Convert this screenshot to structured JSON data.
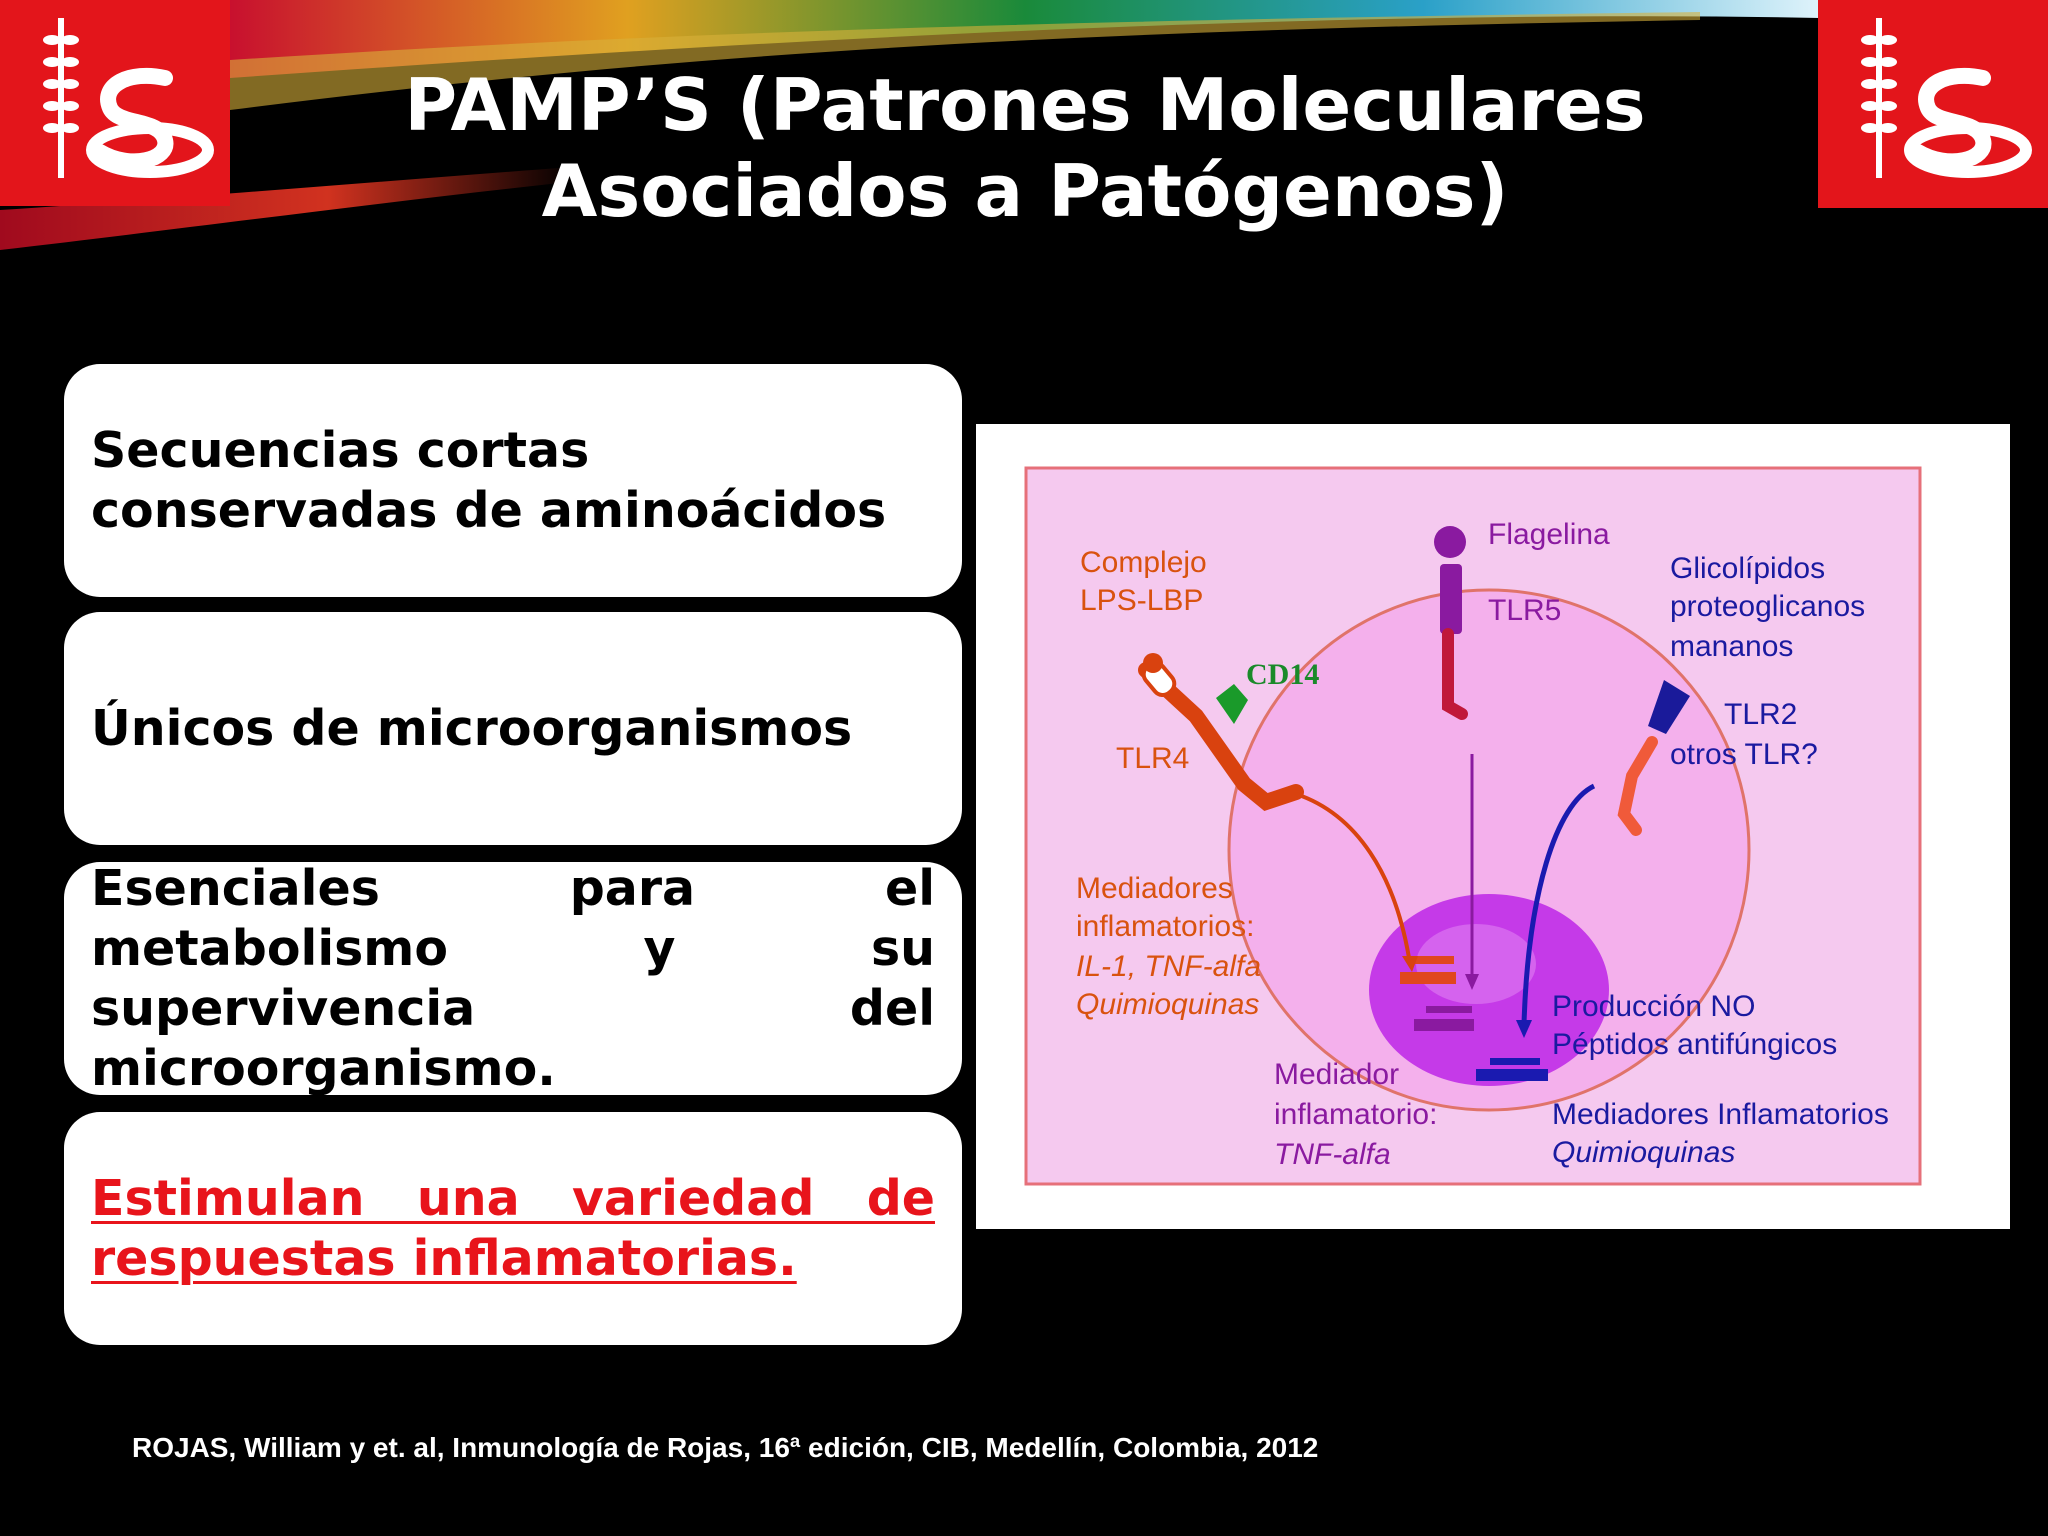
{
  "slide": {
    "title_line1": "PAMP’S (Patrones Moleculares",
    "title_line2": "Asociados a Patógenos)",
    "boxes": [
      {
        "text": "Secuencias cortas conservadas de aminoácidos"
      },
      {
        "text": "Únicos de microorganismos"
      },
      {
        "text": "Esenciales para el metabolismo y su supervivencia del microorganismo."
      },
      {
        "text": "Estimulan una variedad de respuestas inflamatorias."
      }
    ],
    "citation": "ROJAS, William y et. al, Inmunología de Rojas, 16ª edición, CIB, Medellín, Colombia, 2012"
  },
  "diagram": {
    "complejo_1": "Complejo",
    "complejo_2": "LPS-LBP",
    "cd14": "CD14",
    "tlr4": "TLR4",
    "flagelina": "Flagelina",
    "tlr5": "TLR5",
    "glico_1": "Glicolípidos",
    "glico_2": "proteoglicanos",
    "glico_3": "mananos",
    "tlr2": "TLR2",
    "otros_tlr": "otros TLR?",
    "med_inf_1": "Mediadores",
    "med_inf_2": "inflamatorios:",
    "med_inf_3": "IL-1, TNF-alfa",
    "med_inf_4": "Quimioquinas",
    "produccion_1": "Producción NO",
    "produccion_2": "Péptidos antifúngicos",
    "mediador_1": "Mediador",
    "mediador_2": "inflamatorio:",
    "mediador_3": "TNF-alfa",
    "mediadores_1": "Mediadores Inflamatorios",
    "mediadores_2": "Quimioquinas"
  },
  "colors": {
    "logo_red": "#e3151b",
    "highlight_red": "#e8141b",
    "panel_pink": "#f5c9ef",
    "cell_pink": "#f4a6ea",
    "nucleus_purple": "#c53ae8"
  }
}
